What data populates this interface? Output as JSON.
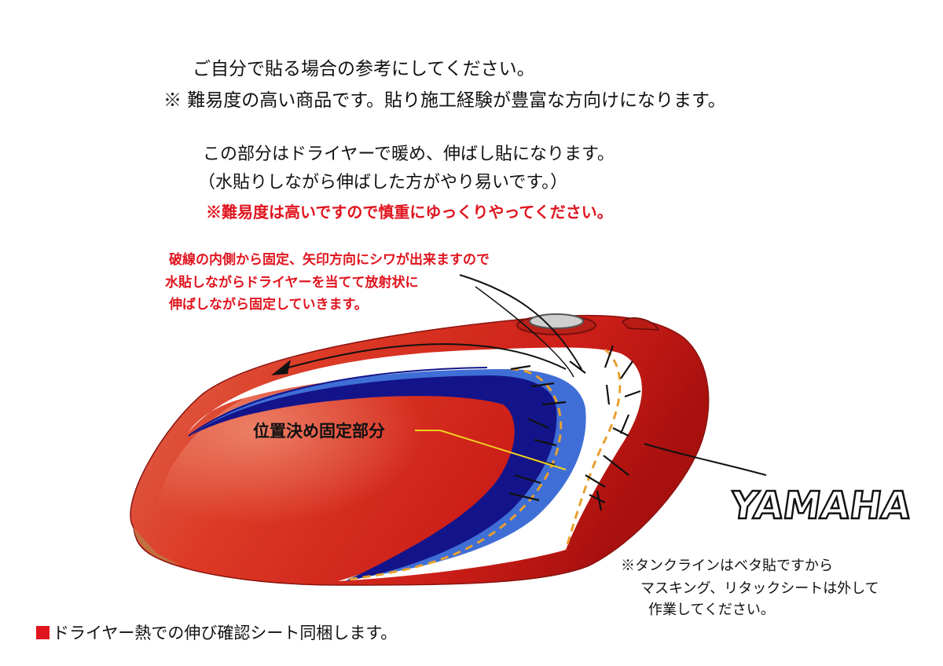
{
  "intro": {
    "line1": "ご自分で貼る場合の参考にしてください。",
    "line2": "※ 難易度の高い商品です。貼り施工経験が豊富な方向けになります。"
  },
  "instructions": {
    "line1": "この部分はドライヤーで暖め、伸ばし貼になります。",
    "line2": "（水貼りしながら伸ばした方がやり易いです。）",
    "warning": "※難易度は高いですので慎重にゆっくりやってください。"
  },
  "callout": {
    "line1": "破線の内側から固定、矢印方向にシワが出来ますので",
    "line2": "水貼しながらドライヤーを当てて放射状に",
    "line3": "伸ばしながら固定していきます。"
  },
  "fix_label": "位置決め固定部分",
  "logo_text": "YAMAHA",
  "note": {
    "line1": "※タンクラインはベタ貼ですから",
    "line2": "マスキング、リタックシートは外して",
    "line3": "作業してください。"
  },
  "footer": "ドライヤー熱での伸び確認シート同梱します。",
  "colors": {
    "tank_red": "#d8281e",
    "stripe_navy": "#14148a",
    "stripe_blue": "#3f6fd6",
    "dash_orange": "#e8a030",
    "warning_red": "#e0141e"
  }
}
